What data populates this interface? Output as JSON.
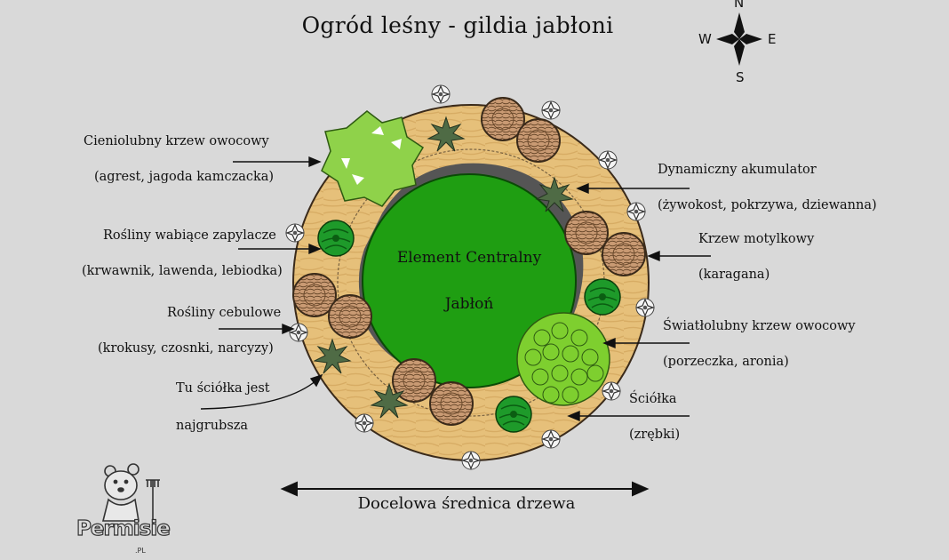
{
  "title": "Ogród leśny - gildia jabłoni",
  "compass": {
    "n": "N",
    "s": "S",
    "e": "E",
    "w": "W"
  },
  "center": {
    "line1": "Element Centralny",
    "line2": "Jabłoń"
  },
  "labels": {
    "shade_shrub": {
      "line1": "Cieniolubny krzew owocowy",
      "line2": "(agrest, jagoda kamczacka)"
    },
    "pollinators": {
      "line1": "Rośliny wabiące zapylacze",
      "line2": "(krwawnik, lawenda, lebiodka)"
    },
    "bulbs": {
      "line1": "Rośliny cebulowe",
      "line2": "(krokusy, czosnki, narcyzy)"
    },
    "thick_mulch": {
      "line1": "Tu ściółka jest",
      "line2": "najgrubsza"
    },
    "accumulator": {
      "line1": "Dynamiczny akumulator",
      "line2": "(żywokost, pokrzywa, dziewanna)"
    },
    "butterfly_shrub": {
      "line1": "Krzew motylkowy",
      "line2": "(karagana)"
    },
    "sun_shrub": {
      "line1": "Światłolubny krzew owocowy",
      "line2": "(porzeczka, aronia)"
    },
    "mulch": {
      "line1": "Ściółka",
      "line2": "(zrębki)"
    }
  },
  "diameter_label": "Docelowa średnica drzewa",
  "logo": {
    "text": "Permisie",
    "suffix": ".PL"
  },
  "colors": {
    "background": "#d9d9d9",
    "mulch_ring": "#e6c07a",
    "tree_crown": "#1f9e12",
    "shade_shrub": "#8fd24a",
    "pollinator_plant": "#1e9a2a",
    "nitrogen_shrub": "#c99a73",
    "sun_shrub": "#7ecf2f",
    "accumulator": "#4f6b45"
  }
}
